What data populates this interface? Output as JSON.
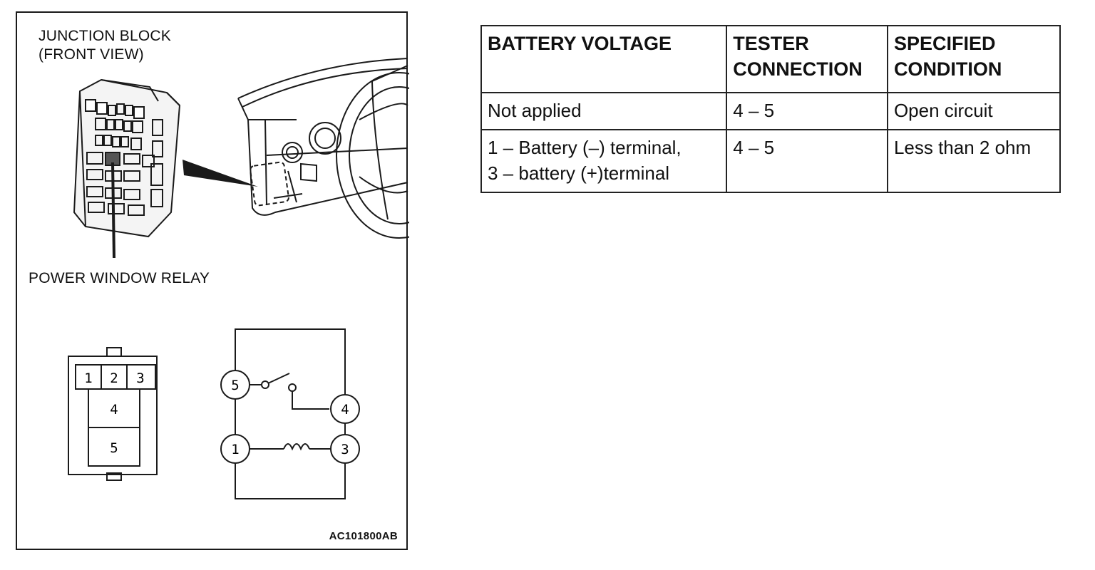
{
  "figure": {
    "junction_block_label": [
      "JUNCTION BLOCK",
      "(FRONT VIEW)"
    ],
    "relay_label": "POWER WINDOW RELAY",
    "figure_code": "AC101800AB",
    "connector_terminals": [
      "1",
      "2",
      "3",
      "4",
      "5"
    ],
    "schematic_terminals": [
      "5",
      "4",
      "1",
      "3"
    ]
  },
  "table": {
    "headers": [
      [
        "BATTERY VOLTAGE"
      ],
      [
        "TESTER",
        "CONNECTION"
      ],
      [
        "SPECIFIED",
        "CONDITION"
      ]
    ],
    "rows": [
      {
        "battery_voltage": [
          "Not applied"
        ],
        "tester_connection": "4 – 5",
        "specified_condition": "Open circuit"
      },
      {
        "battery_voltage": [
          "1 – Battery (–) terminal,",
          "3 – battery (+)terminal"
        ],
        "tester_connection": "4 – 5",
        "specified_condition": "Less than 2 ohm"
      }
    ]
  }
}
